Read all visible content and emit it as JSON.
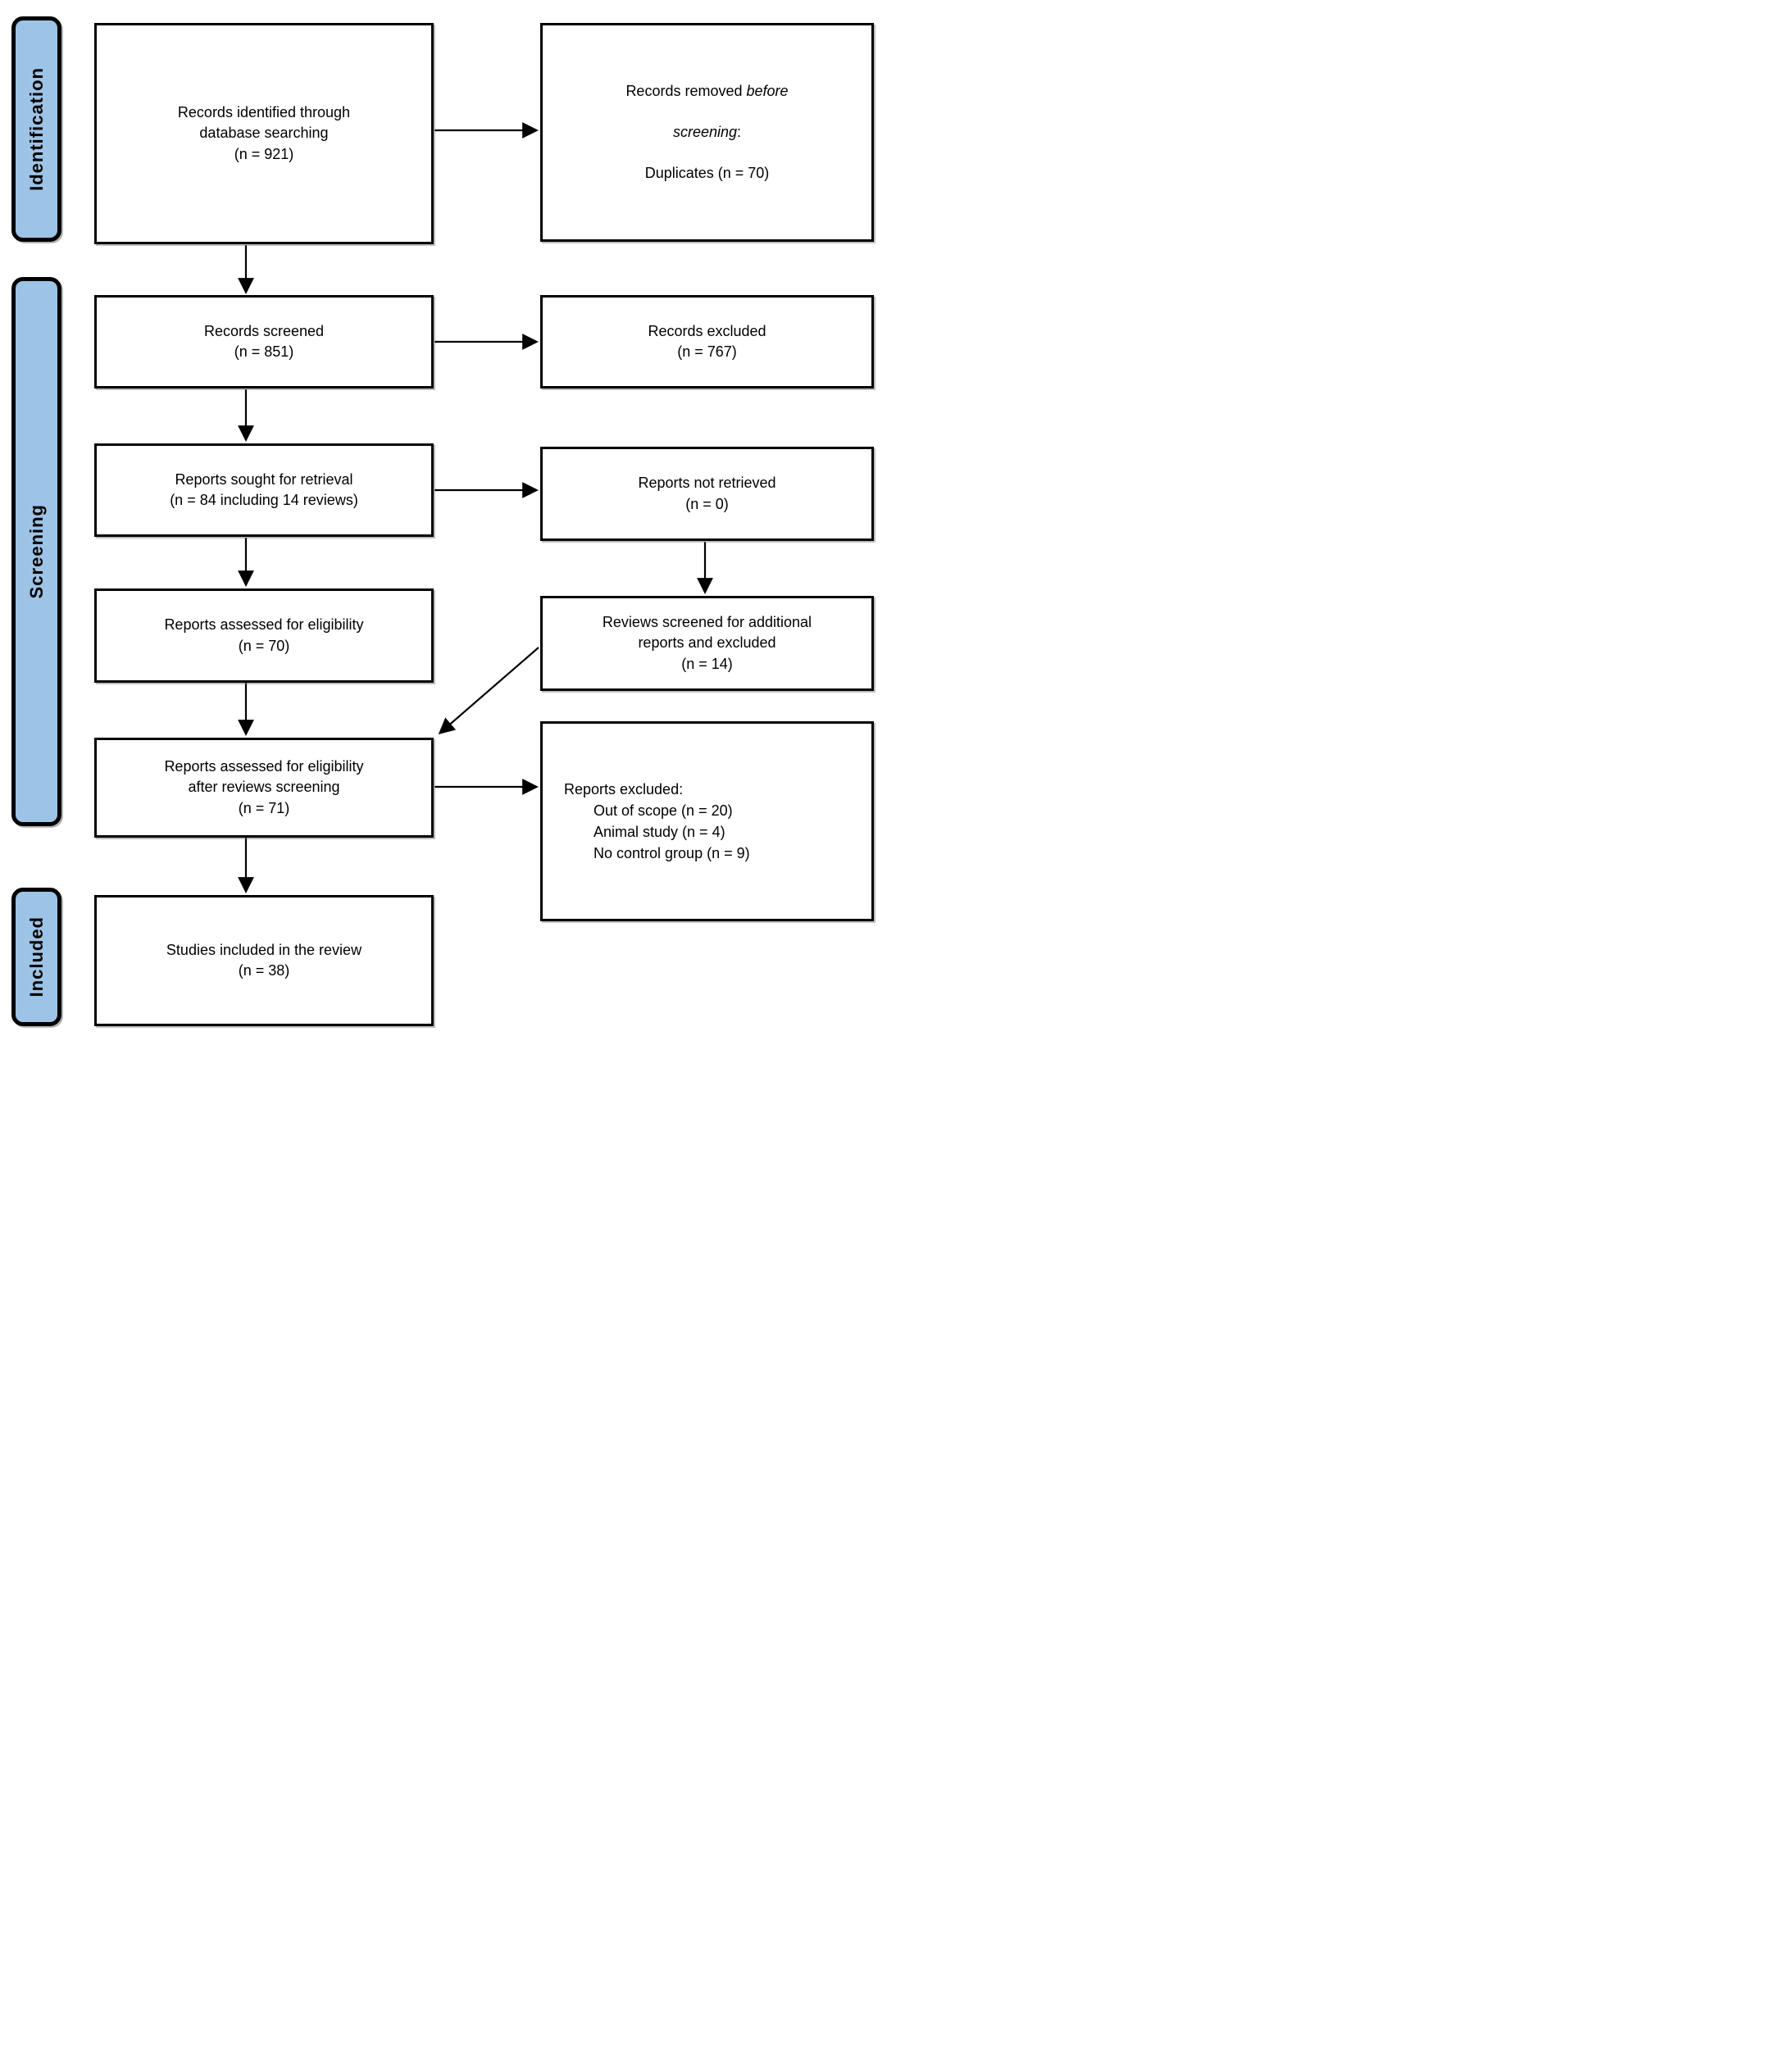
{
  "colors": {
    "stage_fill": "#9DC3E6",
    "stage_border": "#000000",
    "box_border": "#000000",
    "arrow": "#000000"
  },
  "stages": {
    "identification": "Identification",
    "screening": "Screening",
    "included": "Included"
  },
  "boxes": {
    "records_identified": "Records identified through\ndatabase searching\n(n = 921)",
    "records_removed": {
      "line1_normal": "Records removed ",
      "line1_italic": "before",
      "line2_italic": "screening",
      "line2_normal": ":",
      "line3": "Duplicates (n = 70)"
    },
    "records_screened": "Records screened\n(n = 851)",
    "records_excluded": "Records excluded\n(n = 767)",
    "reports_sought": "Reports sought for retrieval\n(n = 84 including 14 reviews)",
    "reports_not_retrieved": "Reports not retrieved\n(n = 0)",
    "reports_assessed": "Reports assessed for eligibility\n(n = 70)",
    "reviews_screened": "Reviews screened for additional\nreports and excluded\n(n = 14)",
    "reports_assessed_after": "Reports assessed for eligibility\nafter reviews screening\n(n = 71)",
    "reports_excluded": {
      "header": "Reports excluded:",
      "items": [
        "Out of scope (n = 20)",
        "Animal study (n = 4)",
        "No control group (n = 9)"
      ]
    },
    "studies_included": "Studies included in the review\n(n = 38)"
  }
}
